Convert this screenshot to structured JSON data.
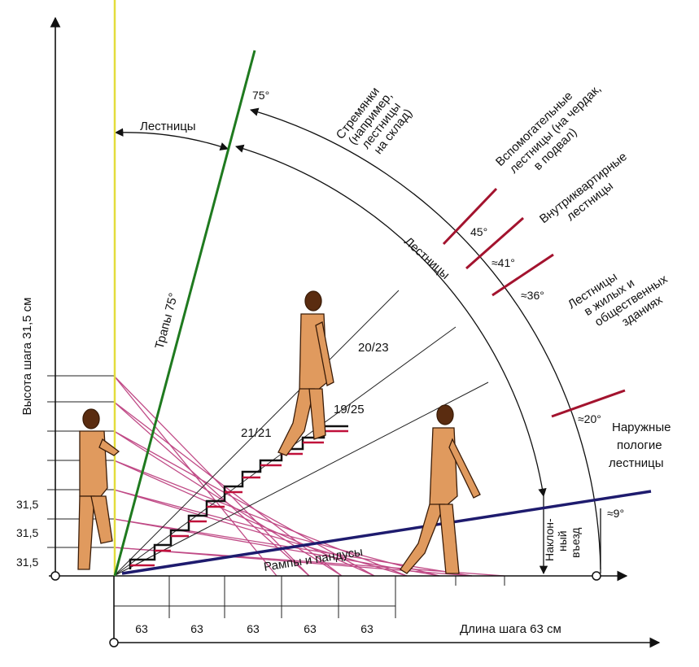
{
  "axes": {
    "y_title": "Высота шага 31,5 см",
    "x_title": "Длина шага 63 см",
    "y_ticks": [
      "31,5",
      "31,5",
      "31,5"
    ],
    "x_ticks": [
      "63",
      "63",
      "63",
      "63",
      "63"
    ]
  },
  "ratios": [
    "21/21",
    "20/23",
    "19/25"
  ],
  "zones": {
    "ladders_vertical": "Лестницы",
    "ladders_arc": "Лестницы",
    "trapy": "Трапы 75°",
    "ramps": "Рампы и пандусы",
    "stepladders": [
      "Стремянки",
      "(например,",
      "лестницы",
      "на склад)"
    ],
    "auxiliary": [
      "Вспомогательные",
      "лестницы (на чердак,",
      "в подвал)"
    ],
    "apartment": [
      "Внутриквартирные",
      "лестницы"
    ],
    "residential": [
      "Лестницы",
      "в жилых и",
      "общественных",
      "зданиях"
    ],
    "outdoor": [
      "Наружные",
      "пологие",
      "лестницы"
    ],
    "inclined": [
      "Наклон-",
      "ный",
      "въезд"
    ]
  },
  "angles": {
    "a75": "75°",
    "a45": "45°",
    "a41": "≈41°",
    "a36": "≈36°",
    "a20": "≈20°",
    "a9": "≈9°"
  },
  "colors": {
    "ladder_green": "#1f7a1f",
    "ramp_navy": "#1e1b6e",
    "marker_red": "#a3132e",
    "hatch_pink": "#c04a86",
    "vertical_yellow": "#e3dd3c",
    "figure_body": "#e09a5e"
  }
}
